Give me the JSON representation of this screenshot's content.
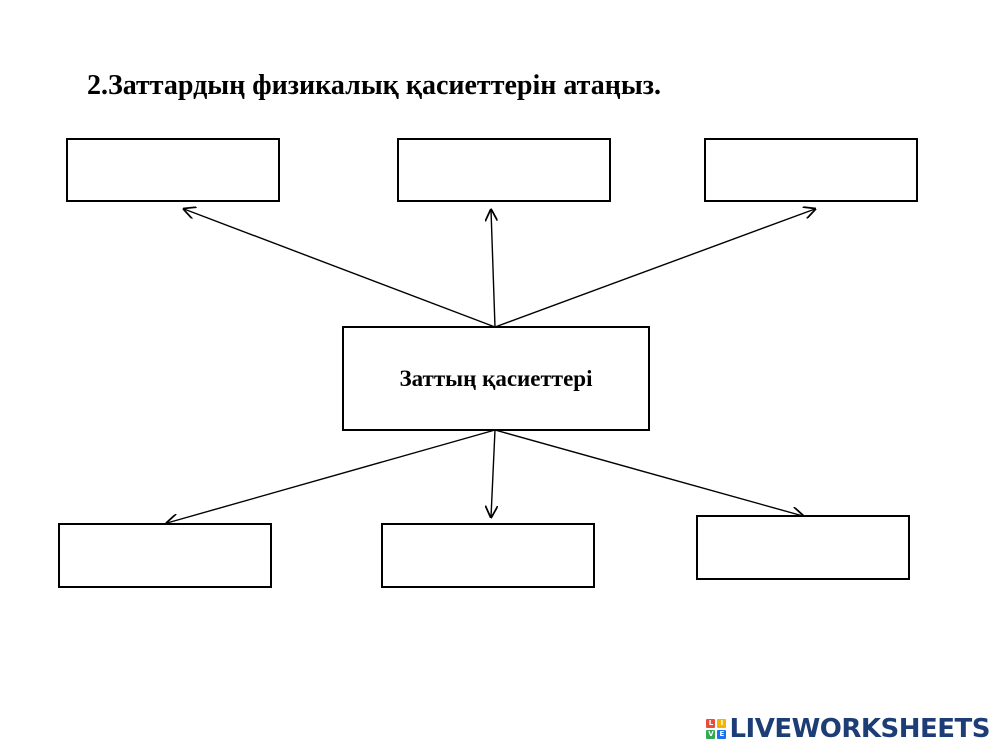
{
  "title": "2.Заттардың физикалық қасиеттерін атаңыз.",
  "center_label": "Заттың қасиеттері",
  "answer_boxes": {
    "top_left": "",
    "top_middle": "",
    "top_right": "",
    "bottom_left": "",
    "bottom_middle": "",
    "bottom_right": ""
  },
  "logo": {
    "text": "LIVEWORKSHEETS",
    "icon_name": "liveworksheets-logo-icon",
    "icon_letters": [
      "L",
      "I",
      "V",
      "E"
    ],
    "icon_colors": [
      "#e94b3c",
      "#f4b400",
      "#34a853",
      "#1a73e8"
    ],
    "text_color": "#1d3d77"
  }
}
